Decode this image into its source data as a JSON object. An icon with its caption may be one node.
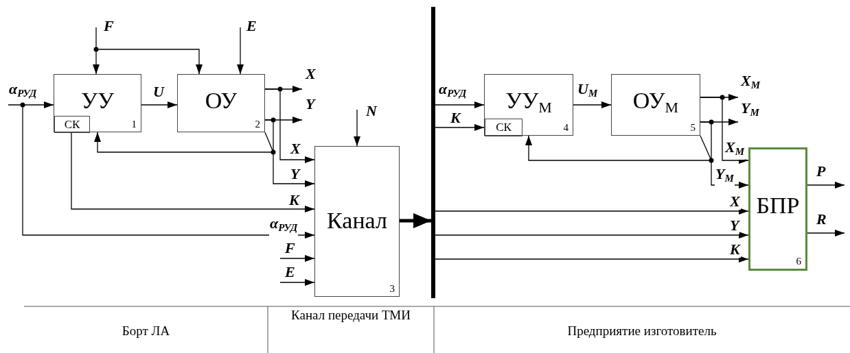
{
  "diagram": {
    "nodes": [
      {
        "text": [
          "УУ",
          "1"
        ]
      },
      {
        "text": [
          "СК"
        ],
        "in": 0
      },
      {
        "text": [
          "ОУ",
          "2"
        ]
      },
      {
        "text": [
          "Канал",
          "3"
        ]
      },
      {
        "text": [],
        "shape": "bar"
      },
      {
        "text": [
          "УУ$_{М}$",
          "4"
        ]
      },
      {
        "text": [
          "СК"
        ],
        "in": 5
      },
      {
        "text": [
          "ОУ$_{М}$",
          "5"
        ]
      },
      {
        "text": [
          "БПР",
          "6"
        ]
      }
    ],
    "edges": [
      {
        "from": null,
        "to": 0,
        "arrow": "to",
        "label": "α$_{РУД}$"
      },
      {
        "from": null,
        "to": 3,
        "arrow": "to",
        "label": "α$_{РУД}$"
      },
      {
        "from": null,
        "to": 0,
        "arrow": "to",
        "label": "F"
      },
      {
        "from": null,
        "to": 2,
        "arrow": "to"
      },
      {
        "from": null,
        "to": 2,
        "arrow": "to",
        "label": "E"
      },
      {
        "from": 0,
        "to": 2,
        "arrow": "to",
        "label": "U"
      },
      {
        "from": 1,
        "to": 3,
        "arrow": "to",
        "label": "K"
      },
      {
        "from": 2,
        "to": null,
        "arrow": "to",
        "label": "X"
      },
      {
        "from": 2,
        "to": null,
        "arrow": "to",
        "label": "Y"
      },
      {
        "from": 2,
        "to": 0,
        "arrow": "to"
      },
      {
        "from": 2,
        "to": 3,
        "arrow": "to",
        "label": "X"
      },
      {
        "from": 2,
        "to": 3,
        "arrow": "to",
        "label": "Y"
      },
      {
        "from": null,
        "to": 3,
        "arrow": "to",
        "label": "F"
      },
      {
        "from": null,
        "to": 3,
        "arrow": "to",
        "label": "E"
      },
      {
        "from": null,
        "to": 3,
        "arrow": "to",
        "label": "N"
      },
      {
        "from": 3,
        "to": 4,
        "arrow": "to",
        "style": "thick"
      },
      {
        "from": 4,
        "to": 5,
        "arrow": "to",
        "label": "α$_{РУД}$"
      },
      {
        "from": 4,
        "to": 6,
        "arrow": "to",
        "label": "K"
      },
      {
        "from": 4,
        "to": 8,
        "arrow": "to",
        "label": "X"
      },
      {
        "from": 4,
        "to": 8,
        "arrow": "to",
        "label": "Y"
      },
      {
        "from": 4,
        "to": 8,
        "arrow": "to",
        "label": "K"
      },
      {
        "from": 5,
        "to": 7,
        "arrow": "to",
        "label": "U$_{М}$"
      },
      {
        "from": 7,
        "to": null,
        "arrow": "to",
        "label": "X$_{М}$"
      },
      {
        "from": 7,
        "to": null,
        "arrow": "to",
        "label": "Y$_{М}$"
      },
      {
        "from": 7,
        "to": 5,
        "arrow": "to"
      },
      {
        "from": 7,
        "to": 8,
        "arrow": "to",
        "label": "X$_{М}$"
      },
      {
        "from": 7,
        "to": 8,
        "arrow": "to",
        "label": "Y$_{М}$"
      },
      {
        "from": 8,
        "to": null,
        "arrow": "to",
        "label": "P"
      },
      {
        "from": 8,
        "to": null,
        "arrow": "to",
        "label": "R"
      }
    ],
    "labels": [
      "Борт ЛА",
      "Канал передачи ТМИ",
      "Предприятие изготовитель"
    ]
  }
}
